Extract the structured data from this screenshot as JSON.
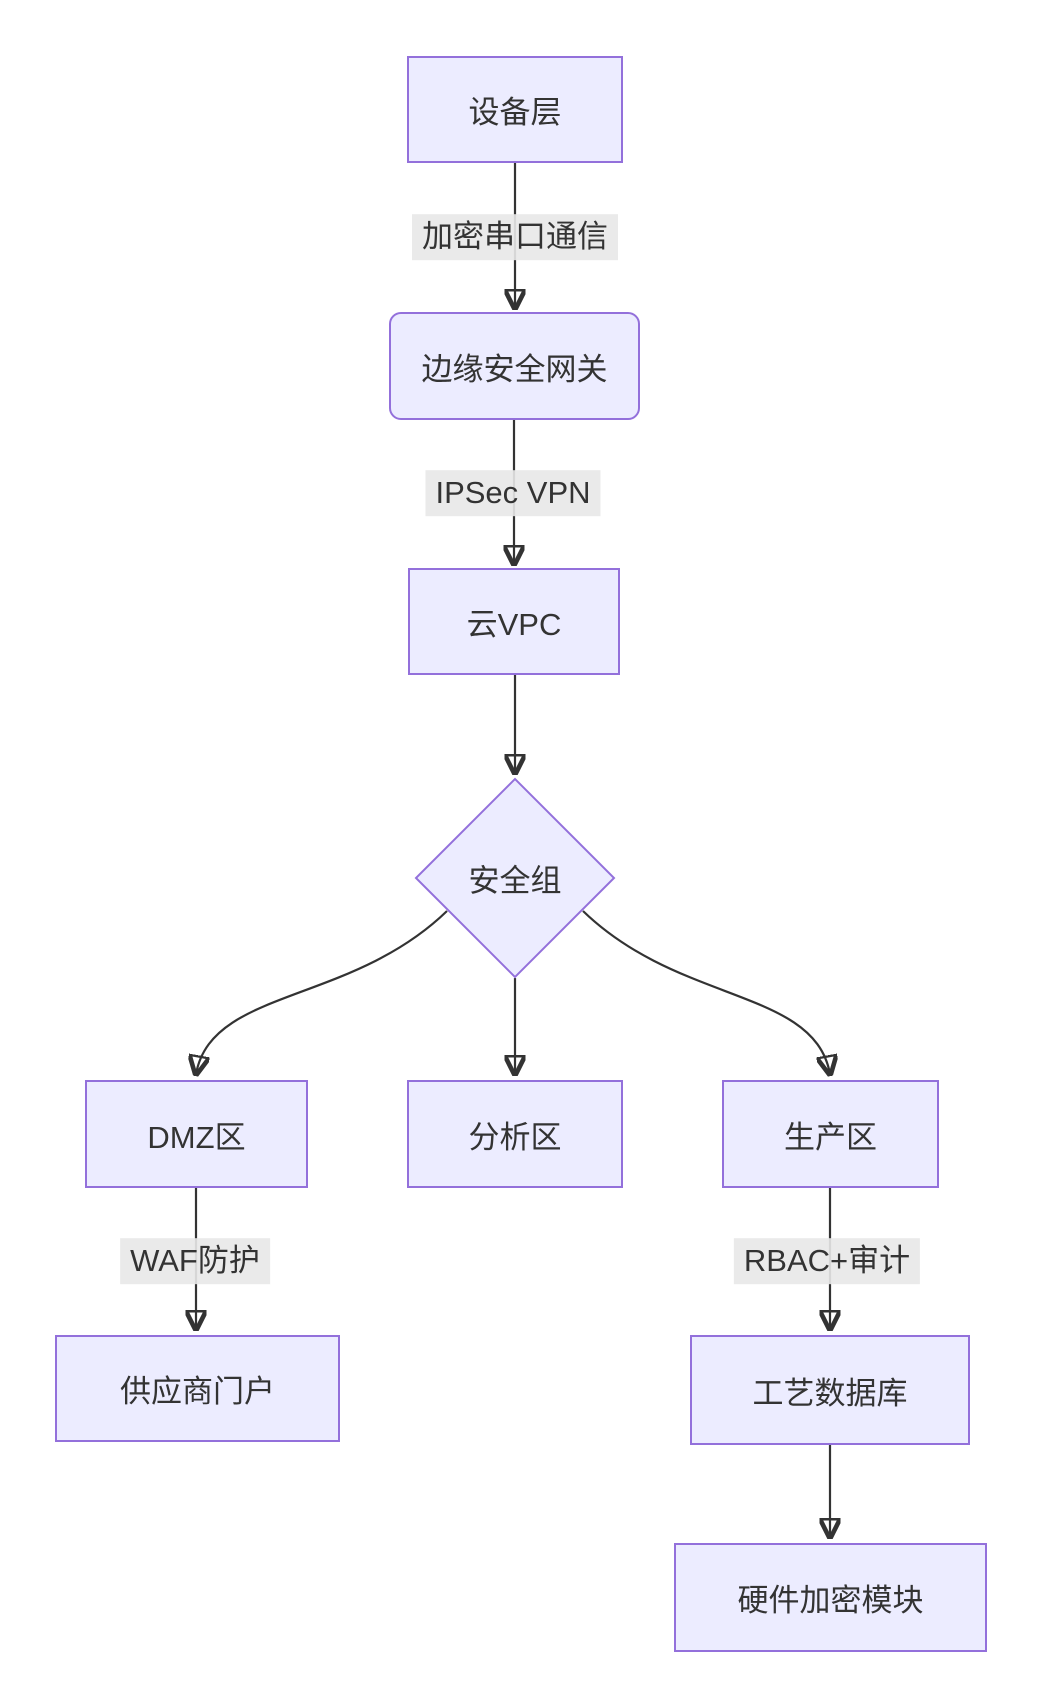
{
  "diagram": {
    "type": "flowchart",
    "direction": "top-down",
    "nodes": {
      "device_layer": {
        "label": "设备层",
        "shape": "rect"
      },
      "edge_gateway": {
        "label": "边缘安全网关",
        "shape": "rounded-rect"
      },
      "cloud_vpc": {
        "label": "云VPC",
        "shape": "rect"
      },
      "security_group": {
        "label": "安全组",
        "shape": "diamond"
      },
      "dmz_zone": {
        "label": "DMZ区",
        "shape": "rect"
      },
      "analysis_zone": {
        "label": "分析区",
        "shape": "rect"
      },
      "production_zone": {
        "label": "生产区",
        "shape": "rect"
      },
      "supplier_portal": {
        "label": "供应商门户",
        "shape": "rect"
      },
      "process_db": {
        "label": "工艺数据库",
        "shape": "rect"
      },
      "hardware_hsm": {
        "label": "硬件加密模块",
        "shape": "rect"
      }
    },
    "edges": [
      {
        "from": "device_layer",
        "to": "edge_gateway",
        "label": "加密串口通信"
      },
      {
        "from": "edge_gateway",
        "to": "cloud_vpc",
        "label": "IPSec VPN"
      },
      {
        "from": "cloud_vpc",
        "to": "security_group",
        "label": ""
      },
      {
        "from": "security_group",
        "to": "dmz_zone",
        "label": ""
      },
      {
        "from": "security_group",
        "to": "analysis_zone",
        "label": ""
      },
      {
        "from": "security_group",
        "to": "production_zone",
        "label": ""
      },
      {
        "from": "dmz_zone",
        "to": "supplier_portal",
        "label": "WAF防护"
      },
      {
        "from": "production_zone",
        "to": "process_db",
        "label": "RBAC+审计"
      },
      {
        "from": "process_db",
        "to": "hardware_hsm",
        "label": ""
      }
    ],
    "edge_labels": {
      "encrypted_serial": "加密串口通信",
      "ipsec_vpn": "IPSec VPN",
      "waf_protection": "WAF防护",
      "rbac_audit": "RBAC+审计"
    },
    "colors": {
      "node_fill": "#ECECFF",
      "node_border": "#9370DB",
      "edge_line": "#333333",
      "edge_label_bg": "#E8E8E8",
      "text": "#333333",
      "background": "#FFFFFF"
    }
  }
}
